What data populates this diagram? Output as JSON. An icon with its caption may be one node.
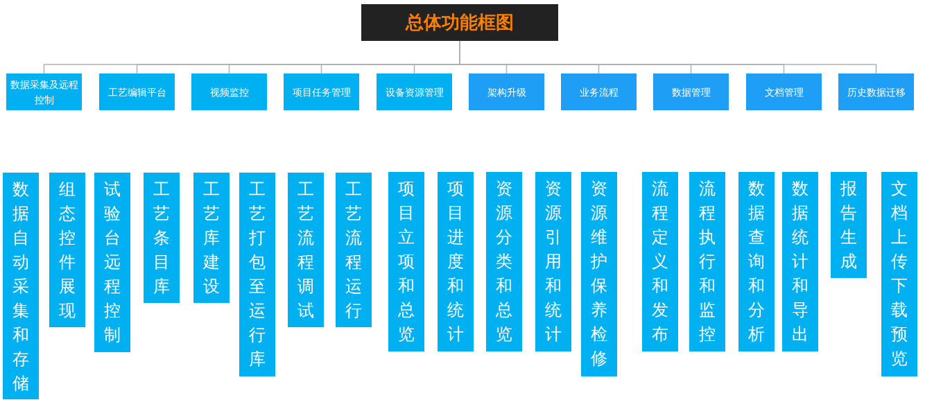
{
  "diagram": {
    "nodes": [
      {
        "text": [
          "总体功能框图"
        ]
      },
      {
        "text": [
          "数据采集及远程控制"
        ]
      },
      {
        "text": [
          "工艺编辑平台"
        ]
      },
      {
        "text": [
          "视频监控"
        ]
      },
      {
        "text": [
          "项目任务管理"
        ]
      },
      {
        "text": [
          "设备资源管理"
        ]
      },
      {
        "text": [
          "架构升级"
        ]
      },
      {
        "text": [
          "业务流程"
        ]
      },
      {
        "text": [
          "数据管理"
        ]
      },
      {
        "text": [
          "文档管理"
        ]
      },
      {
        "text": [
          "历史数据迁移"
        ]
      },
      {
        "text": [
          "数据自动采集和存储"
        ]
      },
      {
        "text": [
          "组态控件展现"
        ]
      },
      {
        "text": [
          "试验台远程控制"
        ]
      },
      {
        "text": [
          "工艺条目库"
        ]
      },
      {
        "text": [
          "工艺库建设"
        ]
      },
      {
        "text": [
          "工艺打包至运行库"
        ]
      },
      {
        "text": [
          "工艺流程调试"
        ]
      },
      {
        "text": [
          "工艺流程运行"
        ]
      },
      {
        "text": [
          "项目立项和总览"
        ]
      },
      {
        "text": [
          "项目进度和统计"
        ]
      },
      {
        "text": [
          "资源分类和总览"
        ]
      },
      {
        "text": [
          "资源引用和统计"
        ]
      },
      {
        "text": [
          "资源维护保养检修"
        ]
      },
      {
        "text": [
          "流程定义和发布"
        ]
      },
      {
        "text": [
          "流程执行和监控"
        ]
      },
      {
        "text": [
          "数据查询和分析"
        ]
      },
      {
        "text": [
          "数据统计和导出"
        ]
      },
      {
        "text": [
          "报告生成"
        ]
      },
      {
        "text": [
          "文档上传下载预览"
        ]
      }
    ],
    "edges": [
      {
        "from": 0,
        "to": 1,
        "arrow": "none"
      },
      {
        "from": 0,
        "to": 2,
        "arrow": "none"
      },
      {
        "from": 0,
        "to": 3,
        "arrow": "none"
      },
      {
        "from": 0,
        "to": 4,
        "arrow": "none"
      },
      {
        "from": 0,
        "to": 5,
        "arrow": "none"
      },
      {
        "from": 0,
        "to": 6,
        "arrow": "none"
      },
      {
        "from": 0,
        "to": 7,
        "arrow": "none"
      },
      {
        "from": 0,
        "to": 8,
        "arrow": "none"
      },
      {
        "from": 0,
        "to": 9,
        "arrow": "none"
      },
      {
        "from": 0,
        "to": 10,
        "arrow": "none"
      }
    ]
  }
}
